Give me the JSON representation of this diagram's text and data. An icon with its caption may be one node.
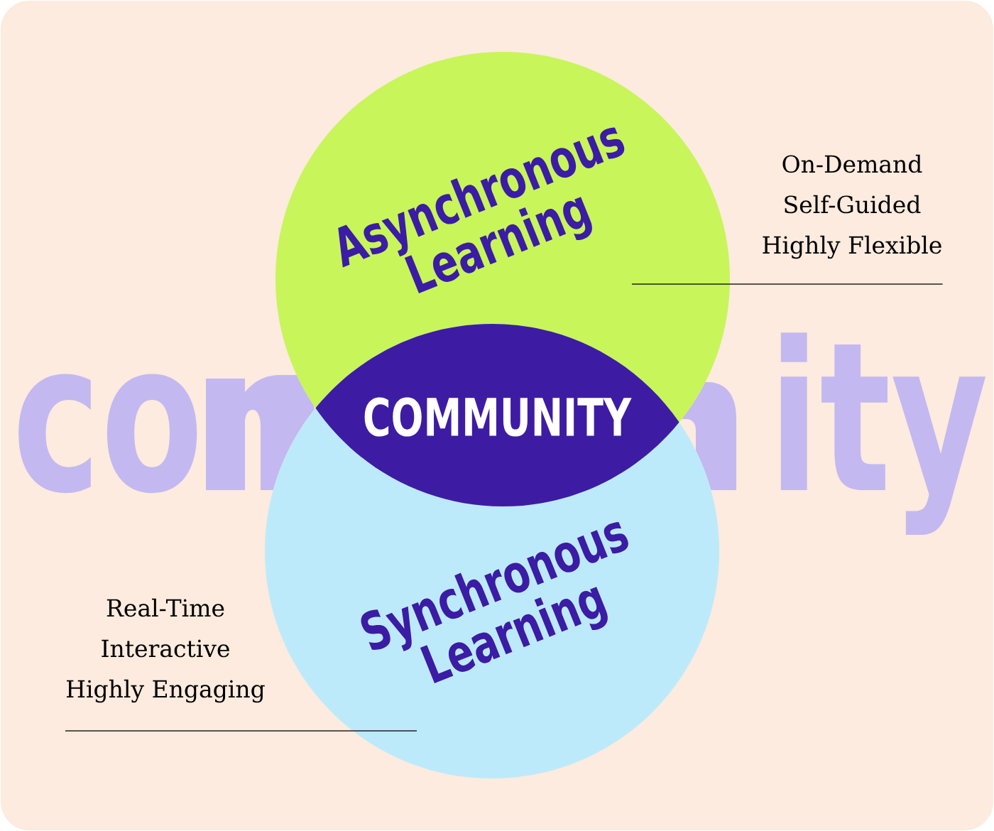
{
  "diagram": {
    "nodes": [
      {
        "text": [
          "Asynchronous Learning"
        ]
      },
      {
        "text": [
          "Synchronous Learning"
        ]
      },
      {
        "text": [
          "COMMUNITY"
        ]
      },
      {
        "text": [
          "On-Demand",
          "Self-Guided",
          "Highly Flexible"
        ]
      },
      {
        "text": [
          "Real-Time",
          "Interactive",
          "Highly Engaging"
        ]
      }
    ],
    "edges": [
      {
        "from": 3,
        "to": 0,
        "arrow": "none"
      },
      {
        "from": 4,
        "to": 1,
        "arrow": "none"
      }
    ],
    "labels": [
      "co",
      "ity"
    ]
  }
}
